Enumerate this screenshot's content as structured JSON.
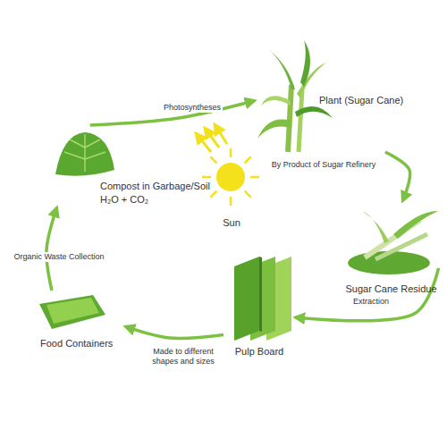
{
  "diagram": {
    "nodes": [
      {
        "text": [
          "Plant (Sugar Cane)"
        ]
      },
      {
        "text": [
          "Compost in Garbage/Soil",
          "H₂O + CO₂"
        ]
      },
      {
        "text": [
          "Sun"
        ]
      },
      {
        "text": [
          "Sugar Cane Residue"
        ]
      },
      {
        "text": [
          "Pulp Board"
        ]
      },
      {
        "text": [
          "Food Containers"
        ]
      }
    ],
    "edges": [
      {
        "from": 1,
        "to": 0,
        "label": "Photosyntheses",
        "arrow": "to"
      },
      {
        "from": 0,
        "to": 3,
        "label": "By Product of Sugar Refinery",
        "arrow": "to"
      },
      {
        "from": 3,
        "to": 4,
        "label": "Extraction",
        "arrow": "to"
      },
      {
        "from": 4,
        "to": 5,
        "label": "Made to different shapes and sizes",
        "arrow": "to"
      },
      {
        "from": 5,
        "to": 1,
        "label": "Organic Waste Collection",
        "arrow": "to"
      }
    ]
  }
}
